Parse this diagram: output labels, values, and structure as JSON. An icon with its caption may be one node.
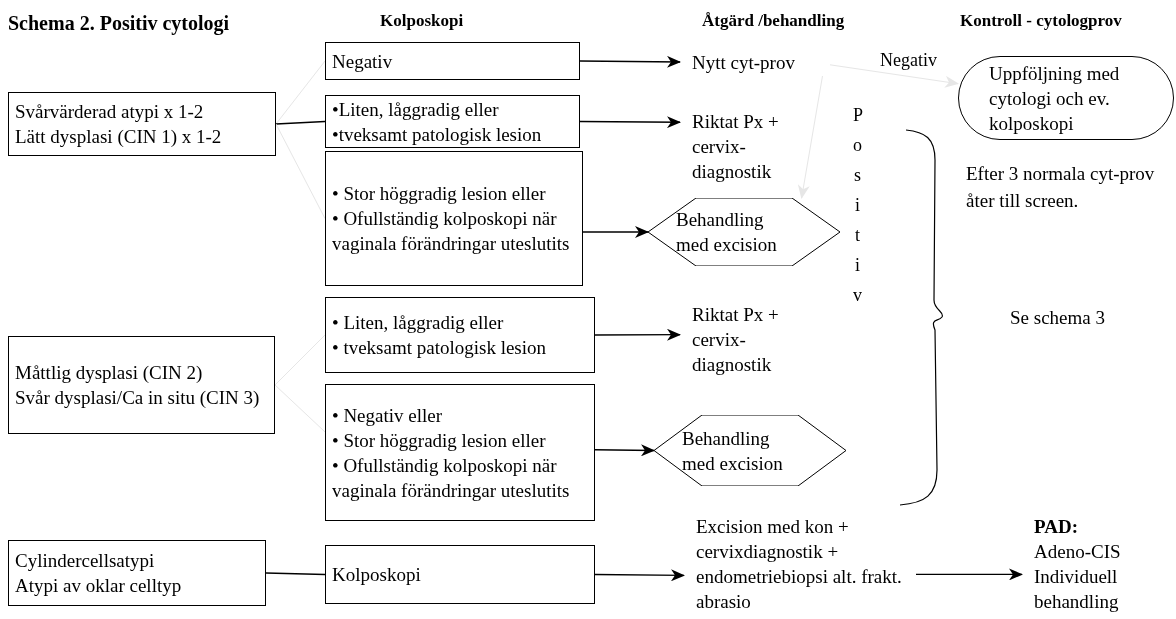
{
  "diagram": {
    "title": "Schema 2. Positiv cytologi",
    "nodes": [
      {
        "text": [
          "Svårvärderad atypi x 1-2",
          "Lätt dysplasi (CIN 1) x 1-2"
        ]
      },
      {
        "text": [
          "Negativ"
        ]
      },
      {
        "text": [
          "•Liten, låggradig eller",
          "•tveksamt patologisk lesion"
        ]
      },
      {
        "text": [
          "• Stor höggradig lesion eller",
          "• Ofullständig kolposkopi när vaginala förändringar uteslutits"
        ]
      },
      {
        "text": [
          "Måttlig dysplasi (CIN 2)",
          "Svår dysplasi/Ca in situ (CIN 3)"
        ]
      },
      {
        "text": [
          "• Liten, låggradig eller",
          "• tveksamt patologisk lesion"
        ]
      },
      {
        "text": [
          "• Negativ eller",
          "• Stor höggradig lesion eller",
          "• Ofullständig kolposkopi när vaginala förändringar uteslutits"
        ]
      },
      {
        "text": [
          "Cylindercellsatypi",
          "Atypi av oklar celltyp"
        ]
      },
      {
        "text": [
          "Kolposkopi"
        ]
      },
      {
        "text": [
          "Nytt cyt-prov"
        ]
      },
      {
        "text": [
          "Riktat Px + cervix-diagnostik"
        ]
      },
      {
        "text": [
          "Behandling med excision"
        ]
      },
      {
        "text": [
          "Uppföljning med cytologi och ev. kolposkopi"
        ]
      },
      {
        "text": [
          "Riktat Px + cervix-diagnostik"
        ]
      },
      {
        "text": [
          "Behandling med excision"
        ]
      },
      {
        "text": [
          "Excision med kon + cervixdiagnostik + endometriebiopsi alt. frakt. abrasio"
        ]
      },
      {
        "text": [
          "**PAD:**",
          "Adeno-CIS",
          "Individuell behandling"
        ]
      }
    ],
    "edges": [
      {
        "from": 0,
        "to": 1,
        "arrow": "none",
        "color": "#e6e6e6"
      },
      {
        "from": 0,
        "to": 2,
        "arrow": "none"
      },
      {
        "from": 0,
        "to": 3,
        "arrow": "none",
        "color": "#e6e6e6"
      },
      {
        "from": 4,
        "to": 5,
        "arrow": "none",
        "color": "#e6e6e6"
      },
      {
        "from": 4,
        "to": 6,
        "arrow": "none",
        "color": "#e6e6e6"
      },
      {
        "from": 7,
        "to": 8,
        "arrow": "none"
      },
      {
        "from": 1,
        "to": 9,
        "arrow": "to"
      },
      {
        "from": 2,
        "to": 10,
        "arrow": "to"
      },
      {
        "from": 3,
        "to": 11,
        "arrow": "to"
      },
      {
        "from": 5,
        "to": 13,
        "arrow": "to"
      },
      {
        "from": 6,
        "to": 14,
        "arrow": "to"
      },
      {
        "from": 8,
        "to": 15,
        "arrow": "to"
      },
      {
        "from": 15,
        "to": 16,
        "arrow": "to"
      },
      {
        "from": 9,
        "to": 12,
        "arrow": "to",
        "label": "Negativ",
        "color": "#e6e6e6"
      },
      {
        "from": 9,
        "to": 11,
        "arrow": "to",
        "label": "Positiv",
        "color": "#e6e6e6"
      }
    ],
    "labels": [
      "Kolposkopi",
      "Åtgärd /behandling",
      "Kontroll - cytologprov",
      "Efter 3 normala cyt-prov åter till screen.",
      "Se schema 3"
    ]
  }
}
